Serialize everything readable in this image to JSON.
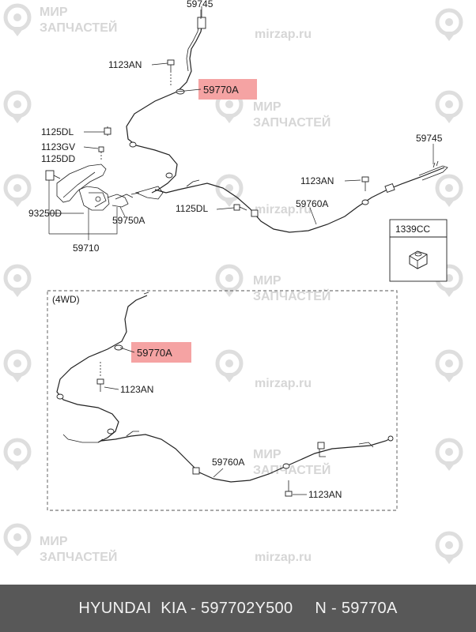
{
  "watermarks": {
    "mir": "МИР",
    "zapchastey": "ЗАПЧАСТЕЙ",
    "site": "mirzap.ru"
  },
  "labels": {
    "p59745_top": "59745",
    "p1123AN_top": "1123AN",
    "p59770A_top": "59770A",
    "p1125DL_left": "1125DL",
    "p1123GV": "1123GV",
    "p1125DD": "1125DD",
    "p93250D": "93250D",
    "p59750A": "59750A",
    "p59710": "59710",
    "p59745_right": "59745",
    "p1123AN_mid": "1123AN",
    "p1125DL_mid": "1125DL",
    "p59760A_top": "59760A",
    "p1339CC": "1339CC",
    "fourwd": "(4WD)",
    "p59770A_4wd": "59770A",
    "p1123AN_4wd_upper": "1123AN",
    "p59760A_4wd": "59760A",
    "p1123AN_4wd_lower": "1123AN"
  },
  "footer": {
    "brand": "HYUNDAI  KIA - 597702Y500",
    "number": "N - 59770A"
  },
  "colors": {
    "highlight": "#f5a3a3",
    "footer_bg": "#585858"
  }
}
